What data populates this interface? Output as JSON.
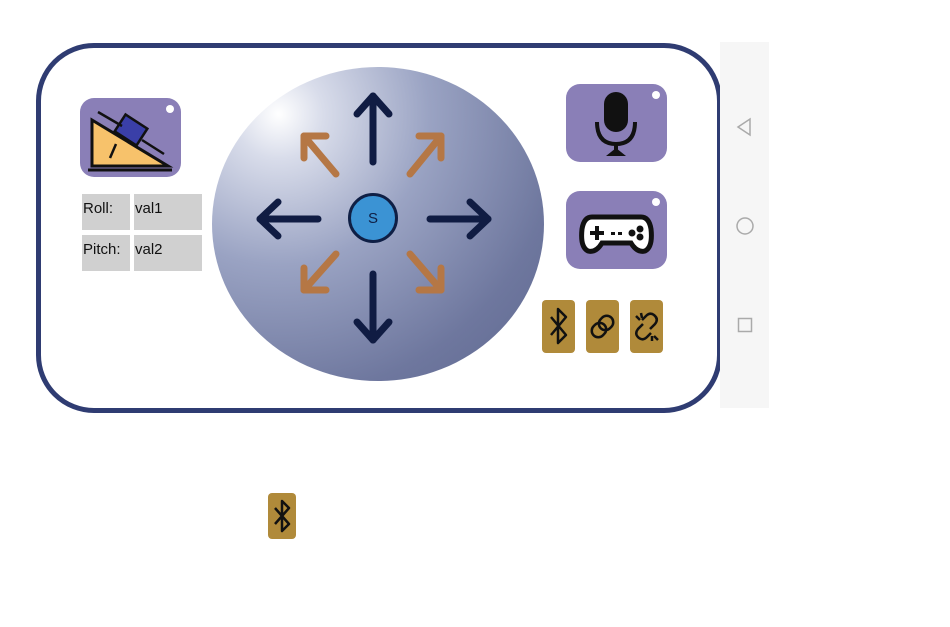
{
  "sensor": {
    "roll_label": "Roll:",
    "roll_value": "val1",
    "pitch_label": "Pitch:",
    "pitch_value": "val2"
  },
  "joystick": {
    "center_label": "S"
  },
  "icons": {
    "tilt": "incline-sensor-icon",
    "mic": "microphone-icon",
    "gamepad": "gamepad-icon",
    "bluetooth": "bluetooth-icon",
    "link": "link-icon",
    "unlink": "unlink-icon"
  },
  "colors": {
    "frame": "#2f3c72",
    "mode_button": "#8a7fb7",
    "gold_button": "#b08a3a",
    "arrow_main": "#101c43",
    "arrow_diag": "#b57745",
    "center": "#3b93d4"
  }
}
